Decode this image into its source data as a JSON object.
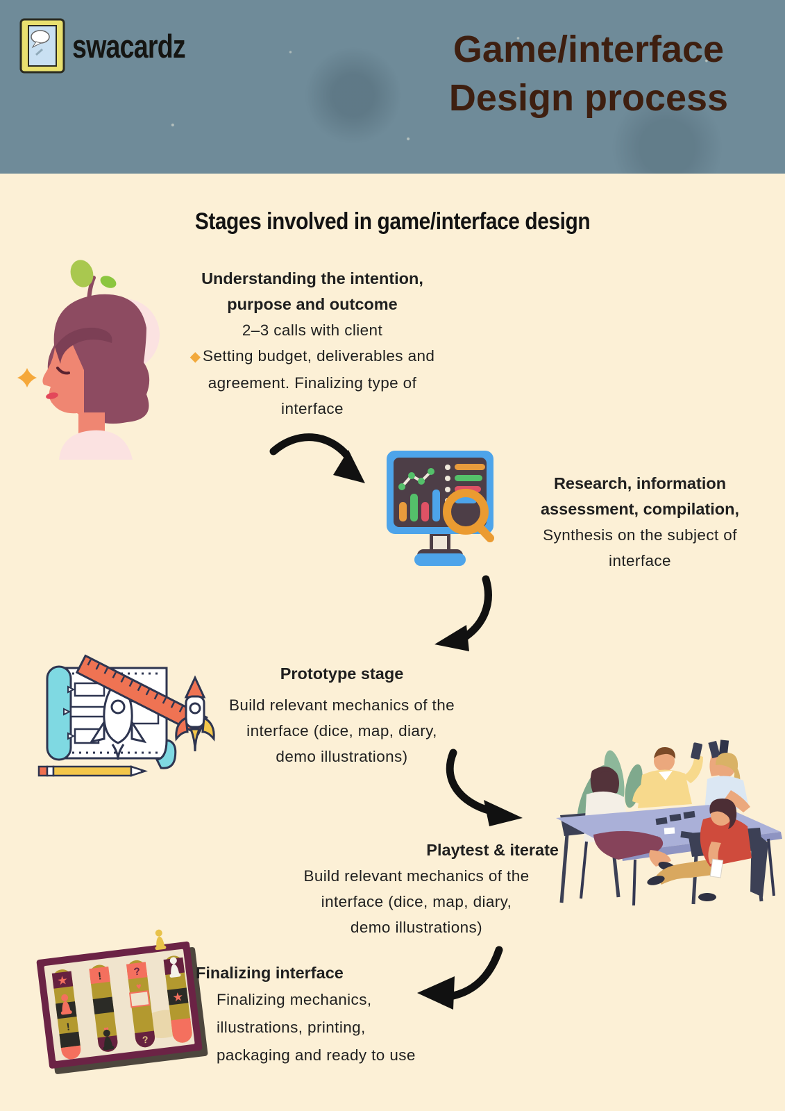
{
  "header": {
    "logo": {
      "brand": "swacardz",
      "icon": "framed-speech-card-logo-icon"
    },
    "title_lines": [
      "Game/interface",
      "Design process"
    ]
  },
  "heading": "Stages involved in game/interface design",
  "stages": [
    {
      "name": "understanding",
      "illustration": "thinking-woman-lightbulb",
      "title_lines": [
        "Understanding the intention,",
        "purpose and outcome"
      ],
      "body_lines": [
        "2–3 calls with client",
        "Setting budget, deliverables and",
        "agreement. Finalizing type of",
        "interface"
      ],
      "bullet_glyph": "◆"
    },
    {
      "name": "research",
      "illustration": "monitor-analytics-magnifier",
      "title_lines": [
        "Research, information",
        "assessment, compilation,"
      ],
      "body_lines": [
        "Synthesis on the subject of",
        "interface"
      ]
    },
    {
      "name": "prototype",
      "illustration": "blueprint-rocket-ruler-pencil",
      "title_lines": [
        "Prototype stage"
      ],
      "body_lines": [
        "Build relevant mechanics of the",
        "interface (dice, map, diary,",
        "demo illustrations)"
      ]
    },
    {
      "name": "playtest",
      "illustration": "team-playing-cards-at-table",
      "title_lines": [
        "Playtest & iterate"
      ],
      "body_lines": [
        "Build relevant mechanics of the",
        "interface (dice, map, diary,",
        "demo illustrations)"
      ]
    },
    {
      "name": "finalizing",
      "illustration": "tilted-board-game",
      "title_lines": [
        "Finalizing interface"
      ],
      "body_lines": [
        "Finalizing mechanics,",
        "illustrations, printing,",
        "packaging and ready to use"
      ]
    }
  ],
  "colors": {
    "header_background": "#6f8b99",
    "page_background": "#fcf0d6",
    "title_brown": "#3e1f10",
    "text_black": "#1f1f1f",
    "accent_orange": "#f2a93c",
    "arrow_black": "#111111"
  }
}
